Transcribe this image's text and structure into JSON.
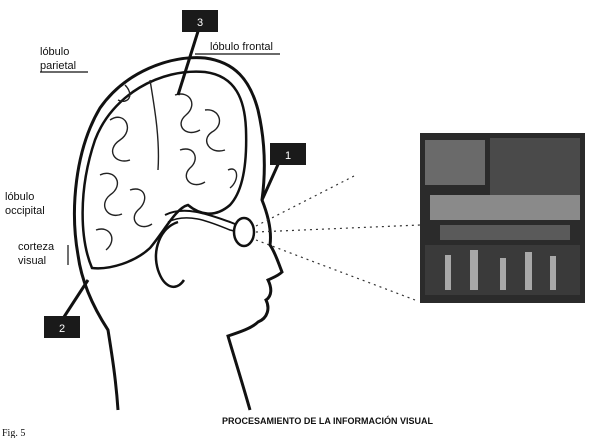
{
  "labels": {
    "parietal": "lóbulo parietal",
    "frontal": "lóbulo frontal",
    "occipital": "lóbulo occipital",
    "corteza": "corteza visual",
    "caption": "PROCESAMIENTO DE LA INFORMACIÓN VISUAL",
    "figure": "Fig. 5"
  },
  "markers": [
    "1",
    "2",
    "3"
  ],
  "colors": {
    "ink": "#111111",
    "marker_bg": "#1a1a1a",
    "marker_text": "#ffffff",
    "photo": "#3a3a3a"
  }
}
